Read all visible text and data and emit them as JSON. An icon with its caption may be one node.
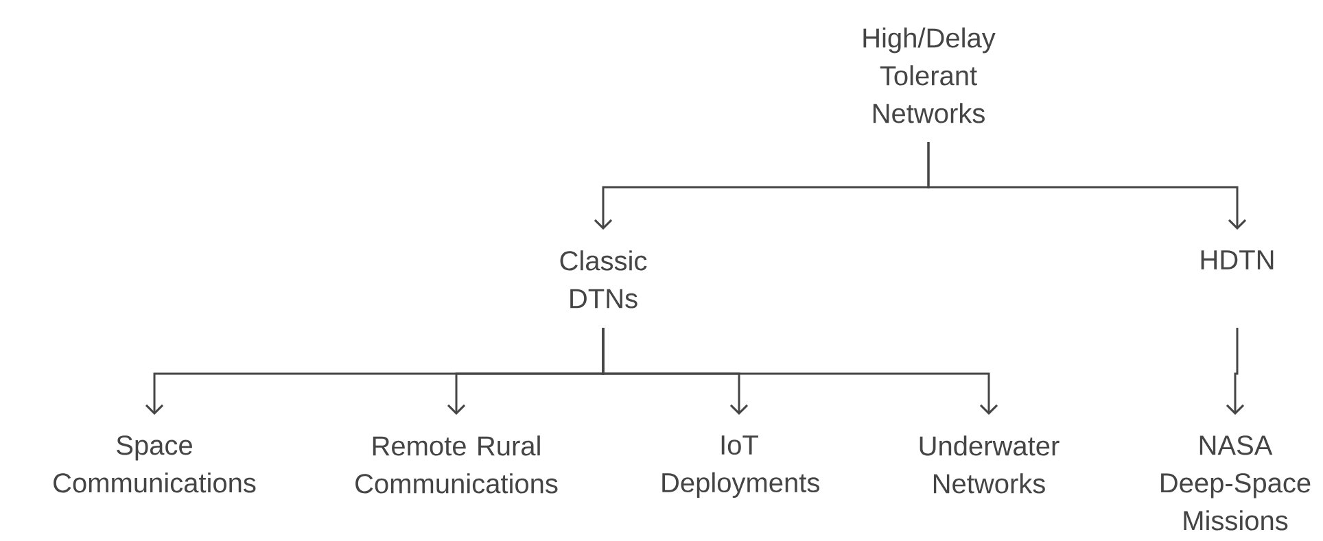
{
  "diagram": {
    "nodes": [
      {
        "text": [
          "High/Delay Tolerant Networks"
        ]
      },
      {
        "text": [
          "Classic DTNs"
        ]
      },
      {
        "text": [
          "HDTN"
        ]
      },
      {
        "text": [
          "Space Communications"
        ]
      },
      {
        "text": [
          "Remote Rural Communications"
        ]
      },
      {
        "text": [
          "IoT Deployments"
        ]
      },
      {
        "text": [
          "Underwater Networks"
        ]
      },
      {
        "text": [
          "NASA Deep-Space Missions"
        ]
      }
    ],
    "edges": [
      {
        "from": 0,
        "to": 1,
        "arrow": "to"
      },
      {
        "from": 0,
        "to": 2,
        "arrow": "to"
      },
      {
        "from": 1,
        "to": 3,
        "arrow": "to"
      },
      {
        "from": 1,
        "to": 4,
        "arrow": "to"
      },
      {
        "from": 1,
        "to": 5,
        "arrow": "to"
      },
      {
        "from": 1,
        "to": 6,
        "arrow": "to"
      },
      {
        "from": 2,
        "to": 7,
        "arrow": "to"
      }
    ]
  }
}
